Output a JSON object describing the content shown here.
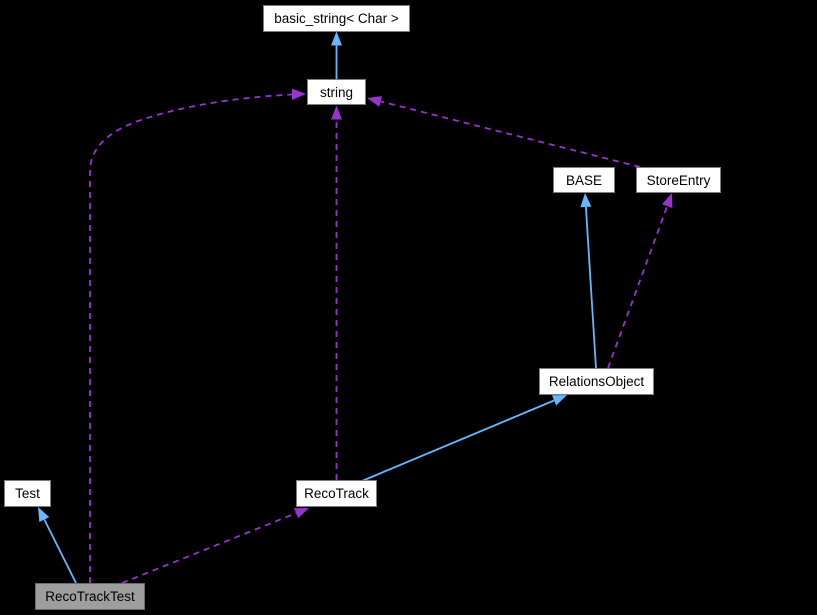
{
  "diagram": {
    "title": "RecoTrackTest collaboration graph",
    "nodes": [
      {
        "id": "basic_string",
        "label": "basic_string< Char >",
        "highlighted": false
      },
      {
        "id": "string",
        "label": "string",
        "highlighted": false
      },
      {
        "id": "BASE",
        "label": "BASE",
        "highlighted": false
      },
      {
        "id": "StoreEntry",
        "label": "StoreEntry",
        "highlighted": false
      },
      {
        "id": "RelationsObject",
        "label": "RelationsObject",
        "highlighted": false
      },
      {
        "id": "Test",
        "label": "Test",
        "highlighted": false
      },
      {
        "id": "RecoTrack",
        "label": "RecoTrack",
        "highlighted": false
      },
      {
        "id": "RecoTrackTest",
        "label": "RecoTrackTest",
        "highlighted": true
      }
    ],
    "edges": [
      {
        "from": "string",
        "to": "basic_string< Char >",
        "style": "solid",
        "relation": "inheritance"
      },
      {
        "from": "RecoTrackTest",
        "to": "Test",
        "style": "solid",
        "relation": "inheritance"
      },
      {
        "from": "RecoTrack",
        "to": "RelationsObject",
        "style": "solid",
        "relation": "inheritance"
      },
      {
        "from": "RelationsObject",
        "to": "BASE",
        "style": "solid",
        "relation": "inheritance"
      },
      {
        "from": "RelationsObject",
        "to": "StoreEntry",
        "style": "dashed",
        "relation": "usage"
      },
      {
        "from": "RecoTrack",
        "to": "string",
        "style": "dashed",
        "relation": "usage"
      },
      {
        "from": "StoreEntry",
        "to": "string",
        "style": "dashed",
        "relation": "usage"
      },
      {
        "from": "RecoTrackTest",
        "to": "RecoTrack",
        "style": "dashed",
        "relation": "usage"
      },
      {
        "from": "RecoTrackTest",
        "to": "string",
        "style": "dashed",
        "relation": "usage"
      }
    ],
    "colors": {
      "background": "#000000",
      "node_fill": "#ffffff",
      "node_border": "#7d7d7d",
      "node_text": "#000000",
      "selected_node_fill": "#9e9e9e",
      "selected_node_border": "#6b6b6b",
      "inheritance_edge": "#63b8ff",
      "usage_edge": "#9a32cd"
    }
  }
}
